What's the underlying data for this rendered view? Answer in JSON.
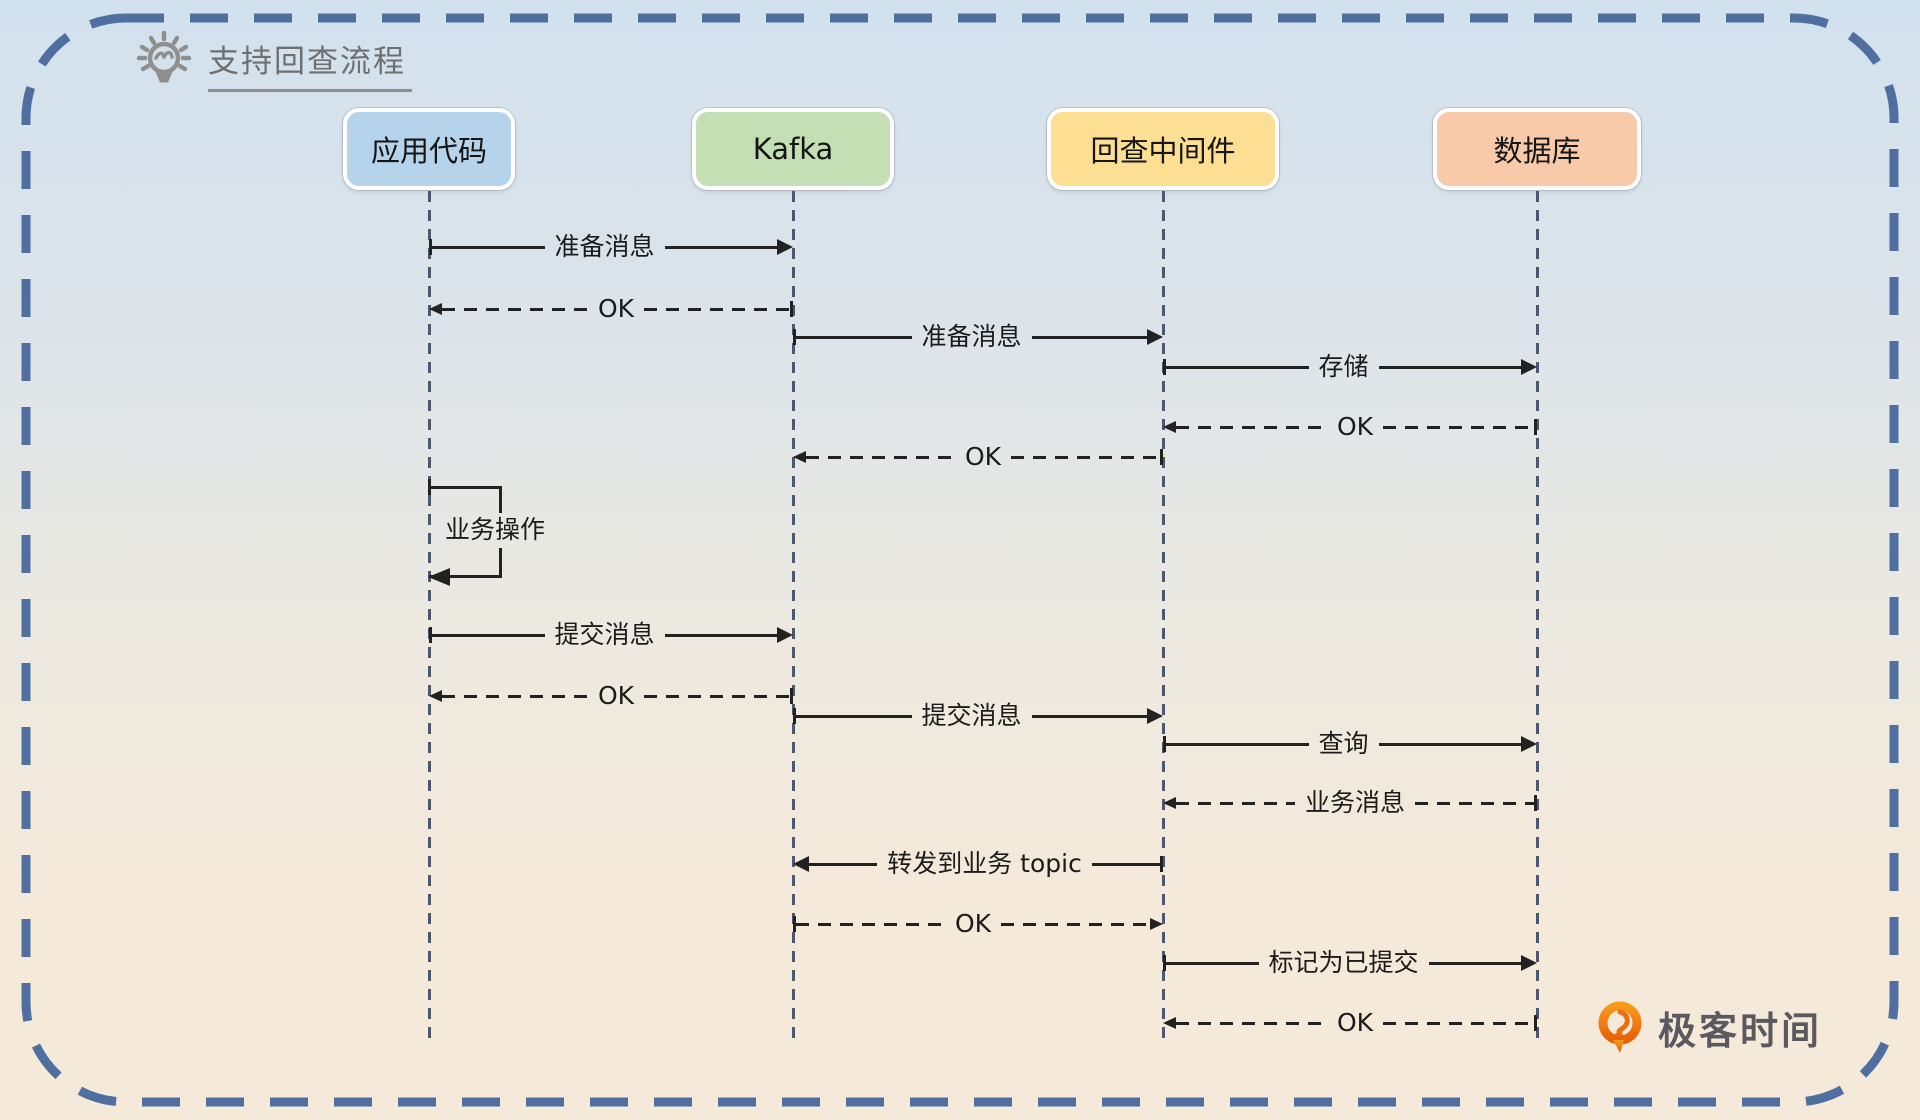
{
  "title": {
    "text": "支持回查流程"
  },
  "participants": [
    {
      "id": "app",
      "label": "应用代码",
      "color": "#b5d3ea"
    },
    {
      "id": "kafka",
      "label": "Kafka",
      "color": "#c5dfb4"
    },
    {
      "id": "middleware",
      "label": "回查中间件",
      "color": "#fcdf92"
    },
    {
      "id": "db",
      "label": "数据库",
      "color": "#f8caa9"
    }
  ],
  "messages": [
    {
      "from": "app",
      "to": "kafka",
      "label": "准备消息",
      "style": "solid"
    },
    {
      "from": "kafka",
      "to": "app",
      "label": "OK",
      "style": "dashed"
    },
    {
      "from": "kafka",
      "to": "middleware",
      "label": "准备消息",
      "style": "solid"
    },
    {
      "from": "middleware",
      "to": "db",
      "label": "存储",
      "style": "solid"
    },
    {
      "from": "db",
      "to": "middleware",
      "label": "OK",
      "style": "dashed"
    },
    {
      "from": "middleware",
      "to": "kafka",
      "label": "OK",
      "style": "dashed"
    },
    {
      "from": "app",
      "to": "app",
      "label": "业务操作",
      "style": "self"
    },
    {
      "from": "app",
      "to": "kafka",
      "label": "提交消息",
      "style": "solid"
    },
    {
      "from": "kafka",
      "to": "app",
      "label": "OK",
      "style": "dashed"
    },
    {
      "from": "kafka",
      "to": "middleware",
      "label": "提交消息",
      "style": "solid"
    },
    {
      "from": "middleware",
      "to": "db",
      "label": "查询",
      "style": "solid"
    },
    {
      "from": "db",
      "to": "middleware",
      "label": "业务消息",
      "style": "dashed"
    },
    {
      "from": "middleware",
      "to": "kafka",
      "label": "转发到业务 topic",
      "style": "solid"
    },
    {
      "from": "kafka",
      "to": "middleware",
      "label": "OK",
      "style": "dashed"
    },
    {
      "from": "middleware",
      "to": "db",
      "label": "标记为已提交",
      "style": "solid"
    },
    {
      "from": "db",
      "to": "middleware",
      "label": "OK",
      "style": "dashed"
    }
  ],
  "watermark": {
    "text": "极客时间"
  },
  "colors": {
    "border": "#4e6f9f",
    "lifeline": "#4c5870",
    "message_line": "#222222",
    "bg_top": "#d2e1ee",
    "bg_bottom": "#f5e9d9",
    "logo_orange_top": "#f89a1c",
    "logo_orange_bottom": "#e85f0a"
  }
}
